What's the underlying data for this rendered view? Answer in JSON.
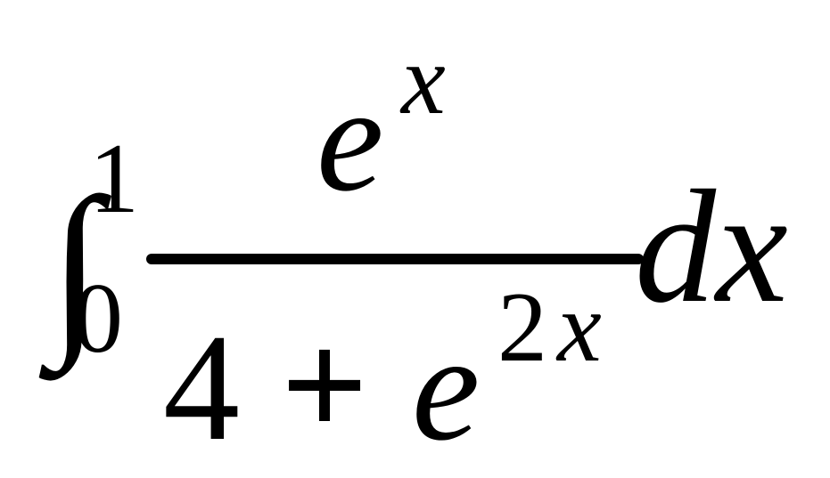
{
  "formula": {
    "integral_sign": "∫",
    "lower_limit": "0",
    "upper_limit": "1",
    "numerator": {
      "base": "e",
      "exponent": "x"
    },
    "denominator": {
      "constant": "4",
      "operator": "+",
      "base": "e",
      "exponent_coefficient": "2",
      "exponent_variable": "x"
    },
    "differential": "dx"
  }
}
